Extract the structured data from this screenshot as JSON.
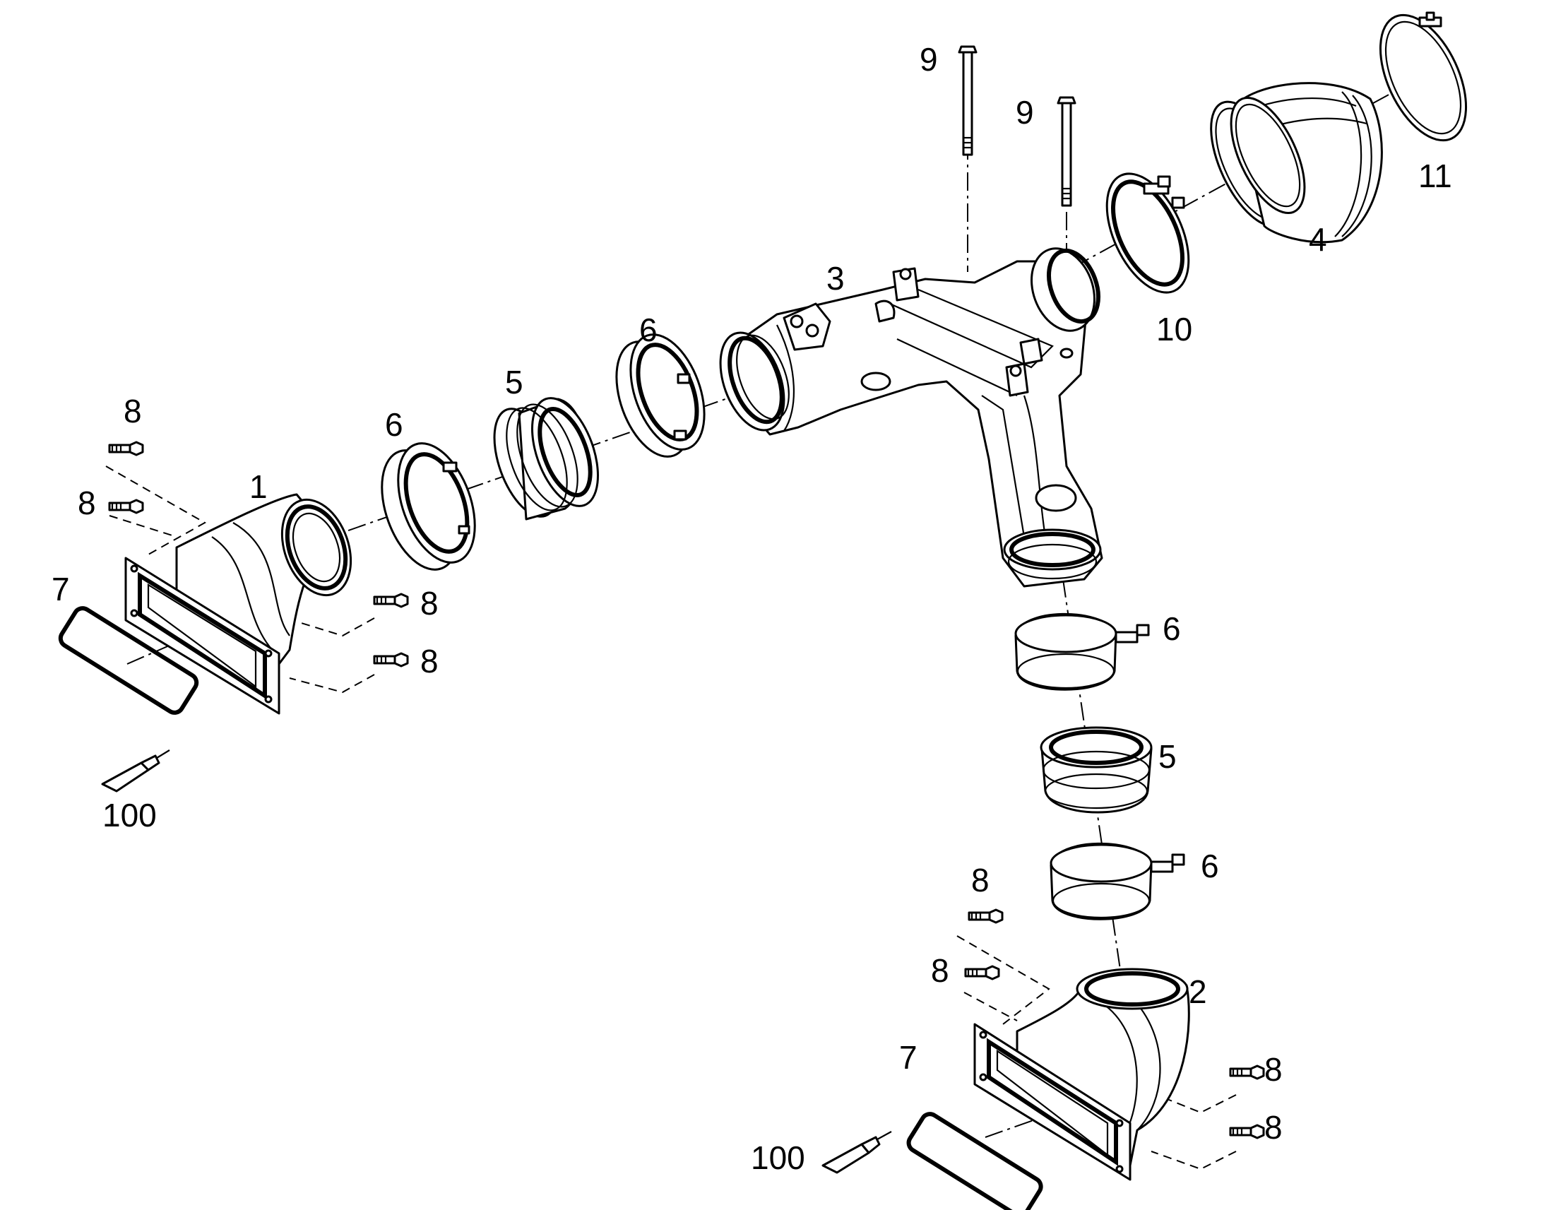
{
  "callouts": {
    "c1": "1",
    "c2": "2",
    "c3": "3",
    "c4": "4",
    "c5_top": "5",
    "c5_right": "5",
    "c6_left": "6",
    "c6_top": "6",
    "c6_right_upper": "6",
    "c6_right_lower": "6",
    "c7_left": "7",
    "c7_bottom": "7",
    "c8_tl1": "8",
    "c8_tl2": "8",
    "c8_l3": "8",
    "c8_l4": "8",
    "c8_br1": "8",
    "c8_br2": "8",
    "c8_br3": "8",
    "c8_br4": "8",
    "c9_a": "9",
    "c9_b": "9",
    "c10": "10",
    "c11": "11",
    "c100_left": "100",
    "c100_bottom": "100"
  }
}
